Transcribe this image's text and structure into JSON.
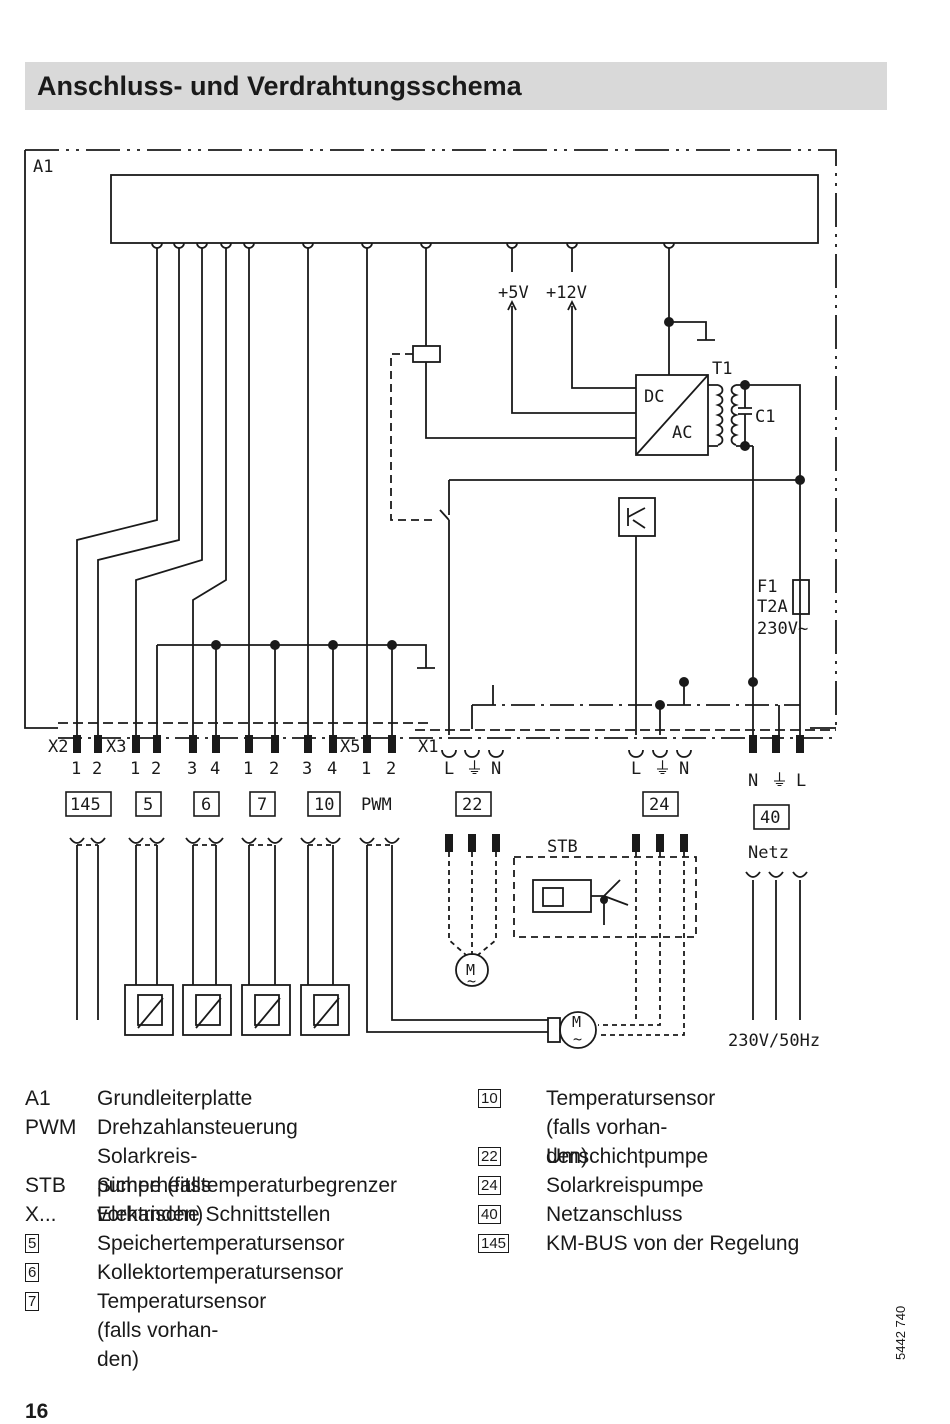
{
  "header": {
    "title": "Anschluss- und Verdrahtungsschema"
  },
  "diagram": {
    "board_label": "A1",
    "voltages": [
      "+5V",
      "+12V"
    ],
    "converter": {
      "top": "DC",
      "bottom": "AC"
    },
    "transformer": "T1",
    "capacitor": "C1",
    "fuse": [
      "F1",
      "T2A",
      "230V~"
    ],
    "connectors": [
      "X2",
      "X3",
      "X5",
      "X1"
    ],
    "pins": {
      "x2": [
        "1",
        "2"
      ],
      "x3a": [
        "1",
        "2"
      ],
      "x3b": [
        "3",
        "4"
      ],
      "x3c": [
        "1",
        "2"
      ],
      "x3d": [
        "3",
        "4"
      ],
      "x5": [
        "1",
        "2"
      ],
      "x1a": [
        "L",
        "⏚",
        "N"
      ],
      "x1b": [
        "L",
        "⏚",
        "N"
      ],
      "mains": [
        "N",
        "⏚",
        "L"
      ]
    },
    "boxes": [
      "145",
      "5",
      "6",
      "7",
      "10",
      "22",
      "24",
      "40"
    ],
    "pwm": "PWM",
    "stb": "STB",
    "motor": "M",
    "tilde": "~",
    "netz": "Netz",
    "mains_rating": "230V/50Hz"
  },
  "legend_left": [
    {
      "key": "A1",
      "text": "Grundleiterplatte"
    },
    {
      "key": "PWM",
      "text": "Drehzahlansteuerung Solarkreis-\npumpe (falls vorhanden)"
    },
    {
      "key": "STB",
      "text": "Sicherheitstemperaturbegrenzer"
    },
    {
      "key": "X...",
      "text": "Elektrische Schnittstellen"
    },
    {
      "key": "5",
      "text": "Speichertemperatursensor"
    },
    {
      "key": "6",
      "text": "Kollektortemperatursensor"
    },
    {
      "key": "7",
      "text": "Temperatursensor (falls vorhan-\nden)"
    }
  ],
  "legend_right": [
    {
      "key": "10",
      "text": "Temperatursensor (falls vorhan-\nden)"
    },
    {
      "key": "22",
      "text": "Umschichtpumpe"
    },
    {
      "key": "24",
      "text": "Solarkreispumpe"
    },
    {
      "key": "40",
      "text": "Netzanschluss"
    },
    {
      "key": "145",
      "text": "KM-BUS von der Regelung"
    }
  ],
  "footer": {
    "page_number": "16",
    "doc_number": "5442 740"
  }
}
